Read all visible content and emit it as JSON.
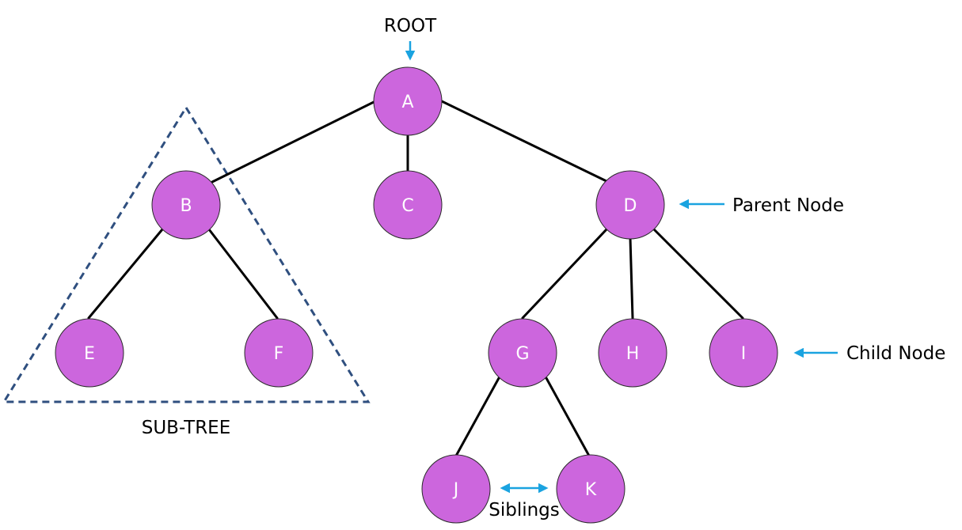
{
  "colors": {
    "node_fill": "#cc66dd",
    "node_text": "#ffffff",
    "edge": "#000000",
    "arrow": "#1aa3e0",
    "subtree_outline": "#2f4f7f"
  },
  "nodes": [
    {
      "id": "A",
      "label": "A"
    },
    {
      "id": "B",
      "label": "B"
    },
    {
      "id": "C",
      "label": "C"
    },
    {
      "id": "D",
      "label": "D"
    },
    {
      "id": "E",
      "label": "E"
    },
    {
      "id": "F",
      "label": "F"
    },
    {
      "id": "G",
      "label": "G"
    },
    {
      "id": "H",
      "label": "H"
    },
    {
      "id": "I",
      "label": "I"
    },
    {
      "id": "J",
      "label": "J"
    },
    {
      "id": "K",
      "label": "K"
    }
  ],
  "edges": [
    [
      "A",
      "B"
    ],
    [
      "A",
      "C"
    ],
    [
      "A",
      "D"
    ],
    [
      "B",
      "E"
    ],
    [
      "B",
      "F"
    ],
    [
      "D",
      "G"
    ],
    [
      "D",
      "H"
    ],
    [
      "D",
      "I"
    ],
    [
      "G",
      "J"
    ],
    [
      "G",
      "K"
    ]
  ],
  "annotations": {
    "root": "ROOT",
    "parent": "Parent Node",
    "child": "Child Node",
    "siblings": "Siblings",
    "subtree": "SUB-TREE"
  }
}
